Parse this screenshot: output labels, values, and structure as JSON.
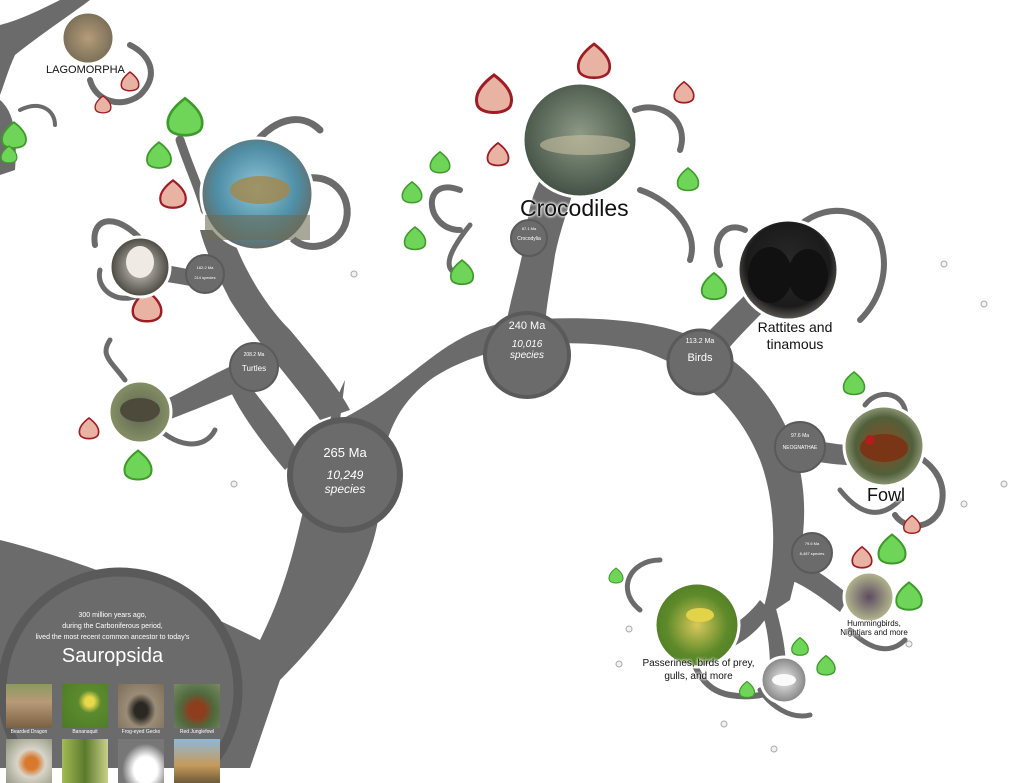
{
  "colors": {
    "branch": "#6b6b6b",
    "node_ring": "#5a5a5a",
    "leaf_green_fill": "#6fd558",
    "leaf_green_stroke": "#3f9a2c",
    "leaf_red_fill": "#e9b3a4",
    "leaf_red_stroke": "#9e1c24",
    "background": "#ffffff"
  },
  "root": {
    "line1": "300 million years ago,",
    "line2": "during the Carboniferous period,",
    "line3": "lived the most recent common ancestor to today's",
    "title": "Sauropsida",
    "thumbnails": [
      {
        "label": "Bearded Dragon",
        "icon": "lizard-photo"
      },
      {
        "label": "Bananaquit",
        "icon": "bird-photo"
      },
      {
        "label": "Frog-eyed Gecko",
        "icon": "gecko-photo"
      },
      {
        "label": "Red Junglefowl",
        "icon": "fowl-photo"
      },
      {
        "label": "",
        "icon": "bird-photo"
      },
      {
        "label": "",
        "icon": "hummingbird-photo"
      },
      {
        "label": "",
        "icon": "spoonbill-photo"
      },
      {
        "label": "",
        "icon": "bird-photo"
      }
    ]
  },
  "nodes": {
    "n265": {
      "age": "265 Ma",
      "species": "10,249",
      "species_label": "species"
    },
    "n240": {
      "age": "240 Ma",
      "species": "10,016",
      "species_label": "species"
    },
    "birds": {
      "age": "113.2 Ma",
      "name": "Birds"
    },
    "turtles": {
      "age": "208.2 Ma",
      "name": "Turtles"
    },
    "turtles_sub": {
      "age": "162.2 Ma",
      "name": "214 species"
    },
    "crocodylia": {
      "age": "87.1 Ma",
      "name": "Crocodylia"
    },
    "neognathae": {
      "age": "97.6 Ma",
      "name": "NEOGNATHAE"
    },
    "neoaves": {
      "age": "79.6 Ma",
      "name": "8,487 species"
    }
  },
  "clades": {
    "lagomorpha": "LAGOMORPHA",
    "crocodiles": "Crocodiles",
    "rattites": "Rattites and tinamous",
    "fowl": "Fowl",
    "hummingbirds": "Hummingbirds, Nightjars and more",
    "passerines": "Passerines, birds of prey, gulls, and more"
  }
}
